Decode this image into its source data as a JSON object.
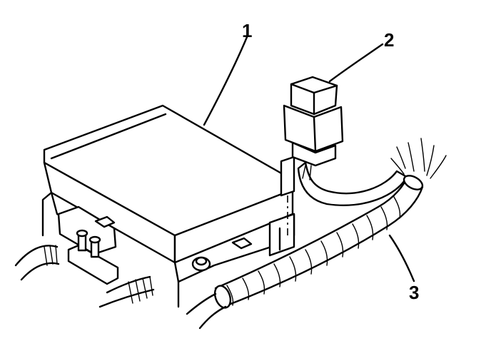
{
  "callouts": {
    "one": "1",
    "two": "2",
    "three": "3"
  },
  "parts": {
    "fuse_box": "junction-block",
    "relay": "relay",
    "harness": "wiring-harness"
  }
}
